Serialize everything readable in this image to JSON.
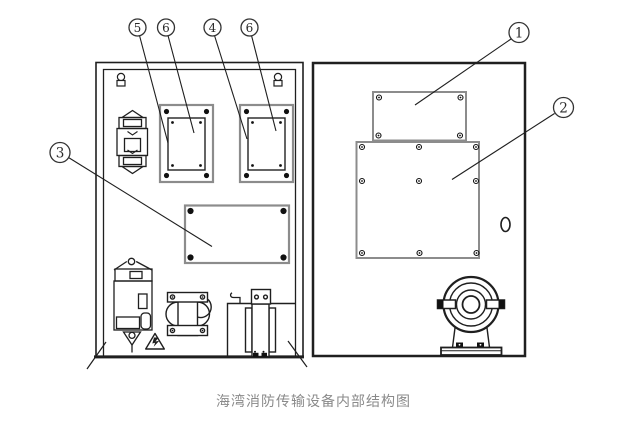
{
  "figure": {
    "caption": "海湾消防传输设备内部结构图"
  },
  "colors": {
    "line": "#1f1f1f",
    "board_outline": "#8c8c8c",
    "caption_text": "#8a8a8a",
    "callout_text": "#2b2b2b"
  },
  "callouts": [
    {
      "id": "callout-5",
      "label": "5"
    },
    {
      "id": "callout-6a",
      "label": "6"
    },
    {
      "id": "callout-4",
      "label": "4"
    },
    {
      "id": "callout-6b",
      "label": "6"
    },
    {
      "id": "callout-1",
      "label": "1"
    },
    {
      "id": "callout-2",
      "label": "2"
    },
    {
      "id": "callout-3",
      "label": "3"
    }
  ]
}
